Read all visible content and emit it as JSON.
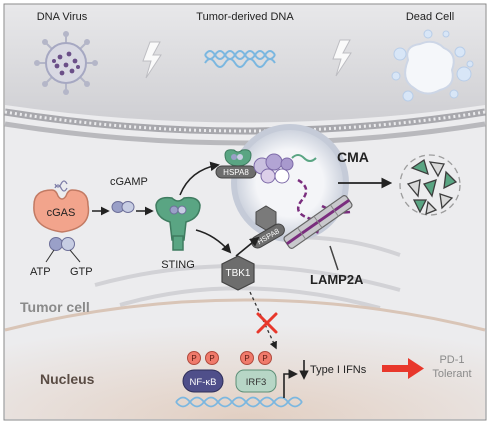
{
  "labels": {
    "dna_virus": "DNA Virus",
    "tumor_dna": "Tumor-derived DNA",
    "dead_cell": "Dead Cell",
    "cma": "CMA",
    "cgamp": "cGAMP",
    "cgas": "cGAS",
    "atp": "ATP",
    "gtp": "GTP",
    "sting": "STING",
    "hspa8_top": "HSPA8",
    "hspa8_bottom": "HSPA8",
    "tbk1": "TBK1",
    "lamp2a": "LAMP2A",
    "tumor_cell": "Tumor cell",
    "nucleus": "Nucleus",
    "nfkb": "NF-κB",
    "irf3": "IRF3",
    "p1": "P",
    "p2": "P",
    "p3": "P",
    "p4": "P",
    "type_i_ifns": "Type I IFNs",
    "pd1_line1": "PD-1",
    "pd1_line2": "Tolerant"
  },
  "colors": {
    "background_top": "#d9d9dc",
    "cell_membrane": "#9a9aa0",
    "cytoplasm": "#ececee",
    "nucleus": "#e6dcd4",
    "cgas_fill": "#f2a48c",
    "sting_fill": "#5aa583",
    "tbk1_fill": "#6d6d6d",
    "lamp2a_purple": "#7a2d7e",
    "nfkb_fill": "#4f4f8a",
    "irf3_fill": "#b7d6c6",
    "phospho_fill": "#f07a6b",
    "red_arrow": "#e8372b",
    "inhibit_x": "#e8372b",
    "dna_helix": "#6ab3e0"
  }
}
